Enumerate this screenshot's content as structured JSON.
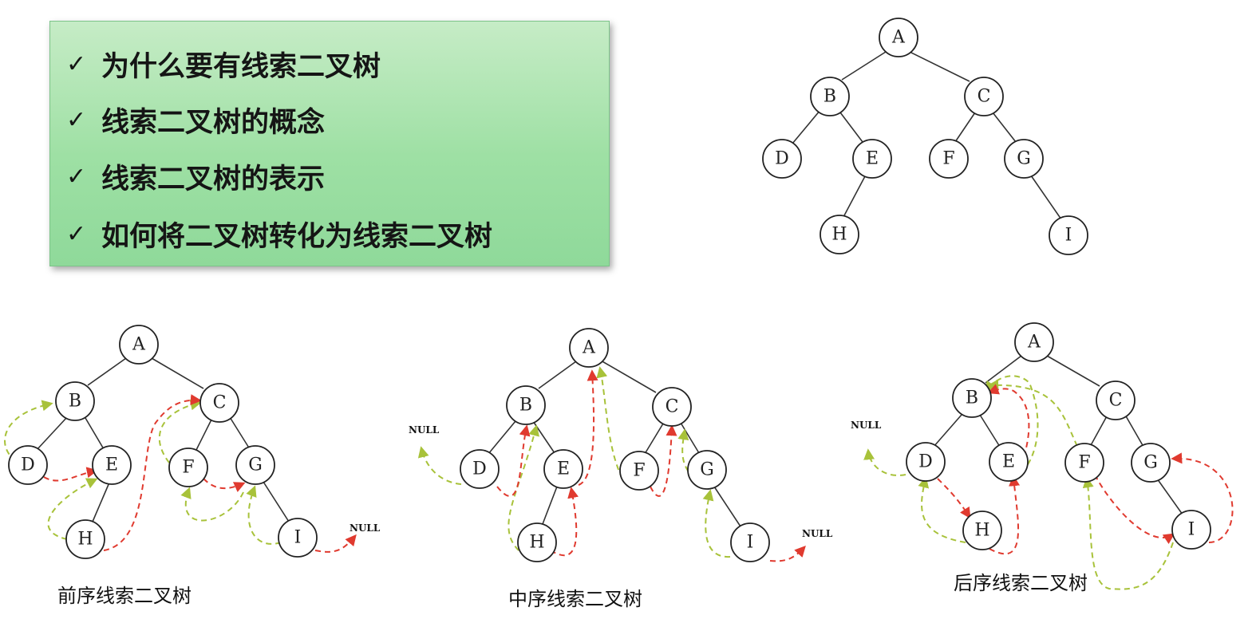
{
  "topics": [
    {
      "check": "✓",
      "text": "为什么要有线索二叉树"
    },
    {
      "check": "✓",
      "text": "线索二叉树的概念"
    },
    {
      "check": "✓",
      "text": "线索二叉树的表示"
    },
    {
      "check": "✓",
      "text": "如何将二叉树转化为线索二叉树"
    }
  ],
  "colors": {
    "topic_box_fill": "#9ee0a4",
    "predecessor_thread": "#a8c23a",
    "successor_thread": "#e03a2f"
  },
  "trees": {
    "main": {
      "nodes": [
        "A",
        "B",
        "C",
        "D",
        "E",
        "F",
        "G",
        "H",
        "I"
      ],
      "edges": [
        [
          "A",
          "B"
        ],
        [
          "A",
          "C"
        ],
        [
          "B",
          "D"
        ],
        [
          "B",
          "E"
        ],
        [
          "C",
          "F"
        ],
        [
          "C",
          "G"
        ],
        [
          "E",
          "H"
        ],
        [
          "G",
          "I"
        ]
      ]
    },
    "preorder": {
      "caption": "前序线索二叉树",
      "null_label": "NULL",
      "predecessor_threads": [
        [
          "D",
          "B"
        ],
        [
          "H",
          "E"
        ],
        [
          "F",
          "C"
        ],
        [
          "I",
          "G"
        ]
      ],
      "successor_threads": [
        [
          "D",
          "E"
        ],
        [
          "H",
          "C"
        ],
        [
          "F",
          "G"
        ],
        [
          "I",
          "NULL"
        ]
      ]
    },
    "inorder": {
      "caption": "中序线索二叉树",
      "null_label_left": "NULL",
      "null_label_right": "NULL",
      "predecessor_threads": [
        [
          "D",
          "NULL"
        ],
        [
          "H",
          "B"
        ],
        [
          "F",
          "A"
        ],
        [
          "I",
          "G"
        ]
      ],
      "successor_threads": [
        [
          "D",
          "B"
        ],
        [
          "H",
          "E"
        ],
        [
          "E",
          "A"
        ],
        [
          "F",
          "C"
        ],
        [
          "I",
          "NULL"
        ]
      ]
    },
    "postorder": {
      "caption": "后序线索二叉树",
      "null_label": "NULL",
      "predecessor_threads": [
        [
          "D",
          "NULL"
        ],
        [
          "H",
          "D"
        ],
        [
          "E",
          "B"
        ],
        [
          "F",
          "B"
        ],
        [
          "I",
          "F"
        ]
      ],
      "successor_threads": [
        [
          "D",
          "H"
        ],
        [
          "H",
          "E"
        ],
        [
          "F",
          "I"
        ],
        [
          "I",
          "G"
        ]
      ]
    }
  }
}
